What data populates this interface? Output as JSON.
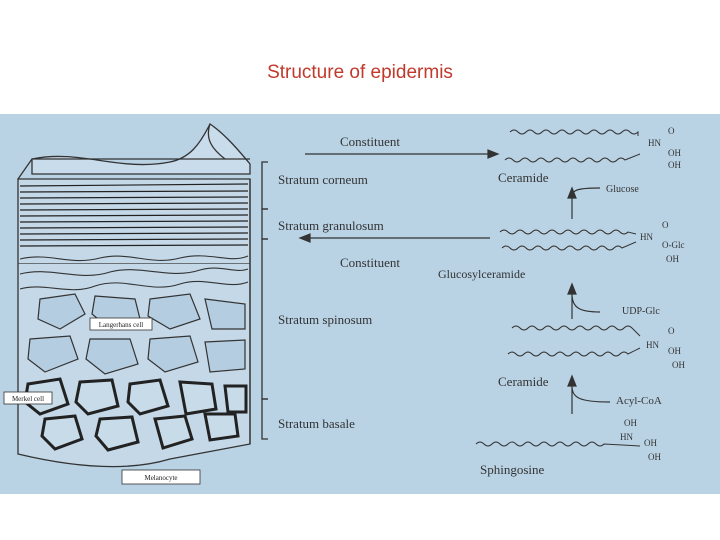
{
  "slide": {
    "title": "Structure of epidermis"
  },
  "colors": {
    "title": "#c0392b",
    "figure_bg": "#b9d3e5",
    "ink": "#333333"
  },
  "diagram": {
    "layers": [
      "Stratum corneum",
      "Stratum granulosum",
      "Stratum spinosum",
      "Stratum basale"
    ],
    "cells": [
      "Langerhans cell",
      "Merkel cell",
      "Melanocyte"
    ],
    "constituent_top": "Constituent",
    "constituent_mid": "Constituent",
    "molecules": {
      "ceramide_top": "Ceramide",
      "glucose": "Glucose",
      "glucosylceramide": "Glucosylceramide",
      "udp_glc": "UDP-Glc",
      "ceramide_mid": "Ceramide",
      "acyl_coa": "Acyl-CoA",
      "sphingosine": "Sphingosine"
    },
    "chem_groups": {
      "o": "O",
      "hn": "HN",
      "oh": "OH",
      "o_glc": "O-Glc"
    }
  }
}
